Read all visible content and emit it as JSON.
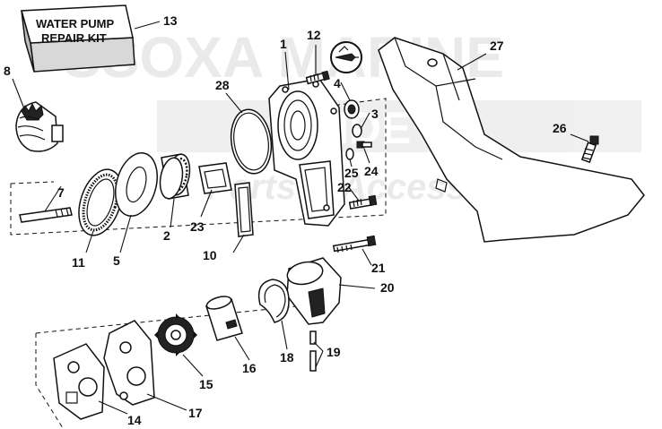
{
  "kit_label": {
    "line1": "WATER PUMP",
    "line2": "REPAIR KIT"
  },
  "watermark": {
    "line1": "SSOXA MARINE",
    "line2": "GUIDE",
    "line3": "Parts & Accessories"
  },
  "callouts": {
    "p1": "1",
    "p2": "2",
    "p3": "3",
    "p4": "4",
    "p5": "5",
    "p7": "7",
    "p8": "8",
    "p10": "10",
    "p11": "11",
    "p12": "12",
    "p13": "13",
    "p14": "14",
    "p15": "15",
    "p16": "16",
    "p17": "17",
    "p18": "18",
    "p19": "19",
    "p20": "20",
    "p21": "21",
    "p22": "22",
    "p23": "23",
    "p24": "24",
    "p25": "25",
    "p26": "26",
    "p27": "27",
    "p28": "28"
  },
  "colors": {
    "ink": "#111111",
    "watermark": "#d9d9d9",
    "background": "#ffffff"
  },
  "icons": {
    "lubricant": "grease-tube-icon"
  }
}
